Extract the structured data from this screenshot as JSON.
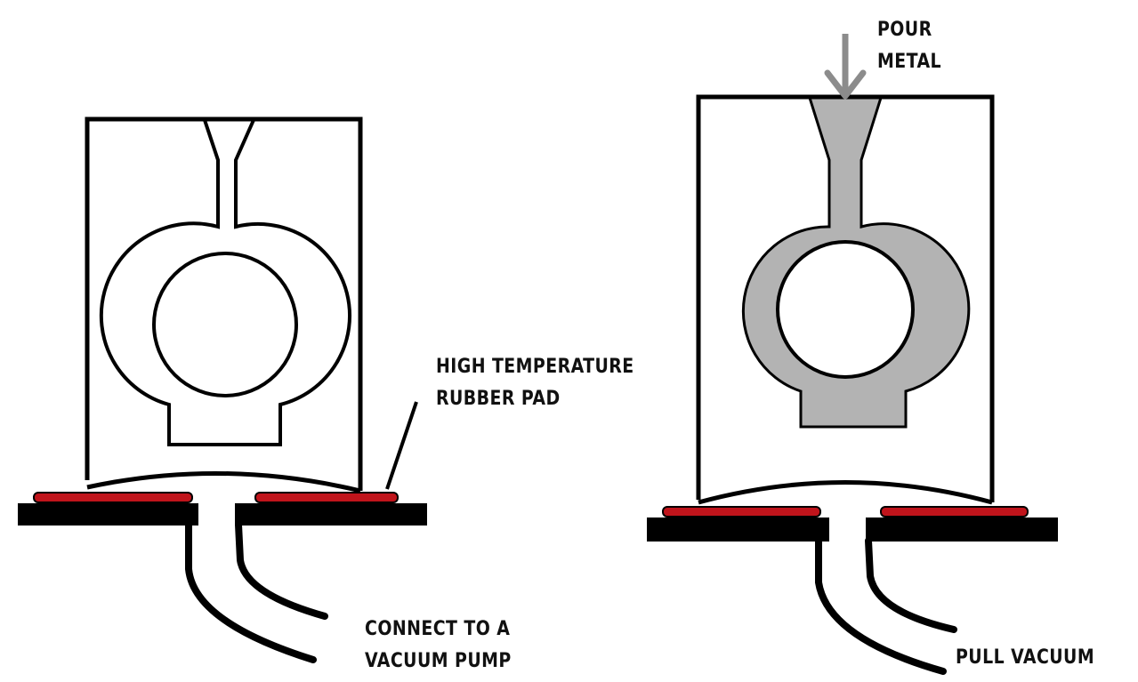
{
  "colors": {
    "outline": "#000000",
    "rubber_pad": "#c0141b",
    "molten_metal": "#b3b3b3",
    "pour_arrow": "#8c8c8c",
    "background": "#ffffff"
  },
  "labels": {
    "pour_metal": [
      "POUR",
      "METAL"
    ],
    "rubber_pad": [
      "HIGH TEMPERATURE",
      "RUBBER PAD"
    ],
    "vacuum_pump": [
      "CONNECT TO A",
      "VACUUM PUMP"
    ],
    "pull_vacuum": [
      "PULL VACUUM"
    ]
  },
  "panels": {
    "left": {
      "state": "empty mold on vacuum plate"
    },
    "right": {
      "state": "mold filled with metal"
    }
  }
}
